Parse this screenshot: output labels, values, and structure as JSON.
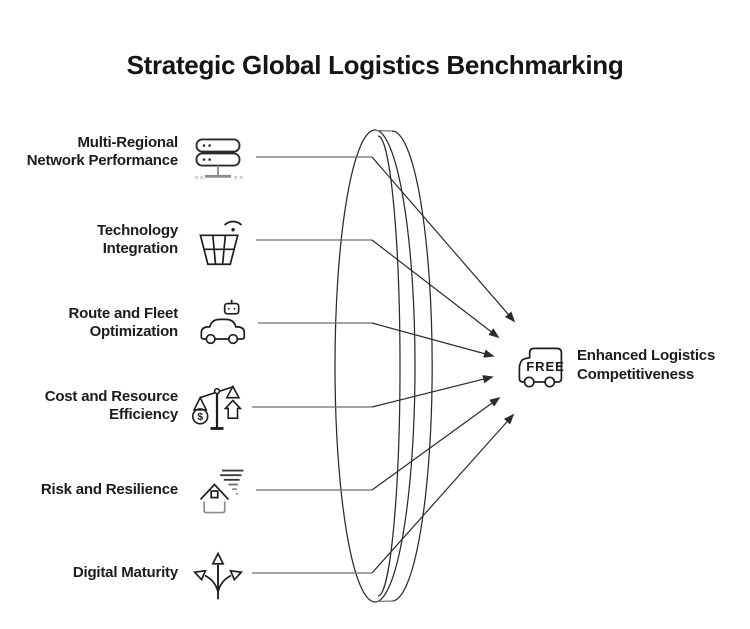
{
  "title": "Strategic Global Logistics Benchmarking",
  "items": [
    {
      "lines": [
        "Multi-Regional",
        "Network Performance"
      ],
      "icon": "server-network-icon"
    },
    {
      "lines": [
        "Technology",
        "Integration"
      ],
      "icon": "basket-wifi-icon"
    },
    {
      "lines": [
        "Route and Fleet",
        "Optimization"
      ],
      "icon": "autonomous-car-icon"
    },
    {
      "lines": [
        "Cost and Resource",
        "Efficiency"
      ],
      "icon": "balance-scale-icon"
    },
    {
      "lines": [
        "Risk and Resilience"
      ],
      "icon": "house-storm-icon"
    },
    {
      "lines": [
        "Digital Maturity"
      ],
      "icon": "branching-arrows-icon"
    }
  ],
  "result": {
    "lines": [
      "Enhanced Logistics",
      "Competitiveness"
    ],
    "truck_label": "FREE",
    "icon": "delivery-truck-icon"
  },
  "colors": {
    "background": "#ffffff",
    "ink": "#1c1c1c",
    "line_dark": "#2b2b2b",
    "line_gray": "#8c8c8c"
  }
}
